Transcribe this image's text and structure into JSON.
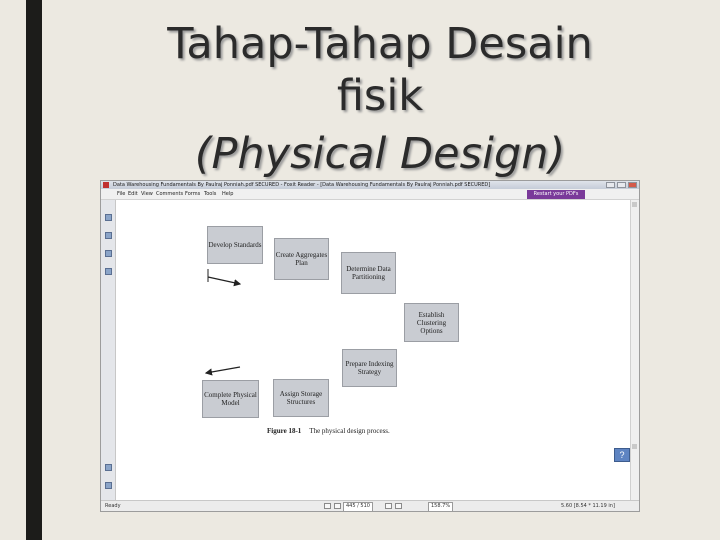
{
  "slide": {
    "title_line1": "Tahap-Tahap Desain",
    "title_line2": "fisik",
    "title_line3": "(Physical Design)"
  },
  "window": {
    "title": "Data Warehousing Fundamentals By Paulraj Ponniah.pdf SECURED - Foxit Reader - [Data Warehousing Fundamentals By Paulraj Ponniah.pdf SECURED]",
    "menu": [
      "File",
      "Edit",
      "View",
      "Comments",
      "Forms",
      "Tools",
      "Help"
    ],
    "acrobat_button": "Restart your PDFs"
  },
  "statusbar": {
    "left": "Ready",
    "page": "445 / 510",
    "zoom": "158.7%",
    "dims": "5.60 [8.54 * 11.19 in]"
  },
  "diagram": {
    "boxes": {
      "develop": "Develop Standards",
      "aggregates": "Create Aggregates Plan",
      "partitioning": "Determine Data Partitioning",
      "clustering": "Establish Clustering Options",
      "indexing": "Prepare Indexing Strategy",
      "storage": "Assign Storage Structures",
      "complete": "Complete Physical Model"
    },
    "figure_label": "Figure 18-1",
    "figure_caption": "The physical design process."
  },
  "icons": {
    "help": "?"
  }
}
